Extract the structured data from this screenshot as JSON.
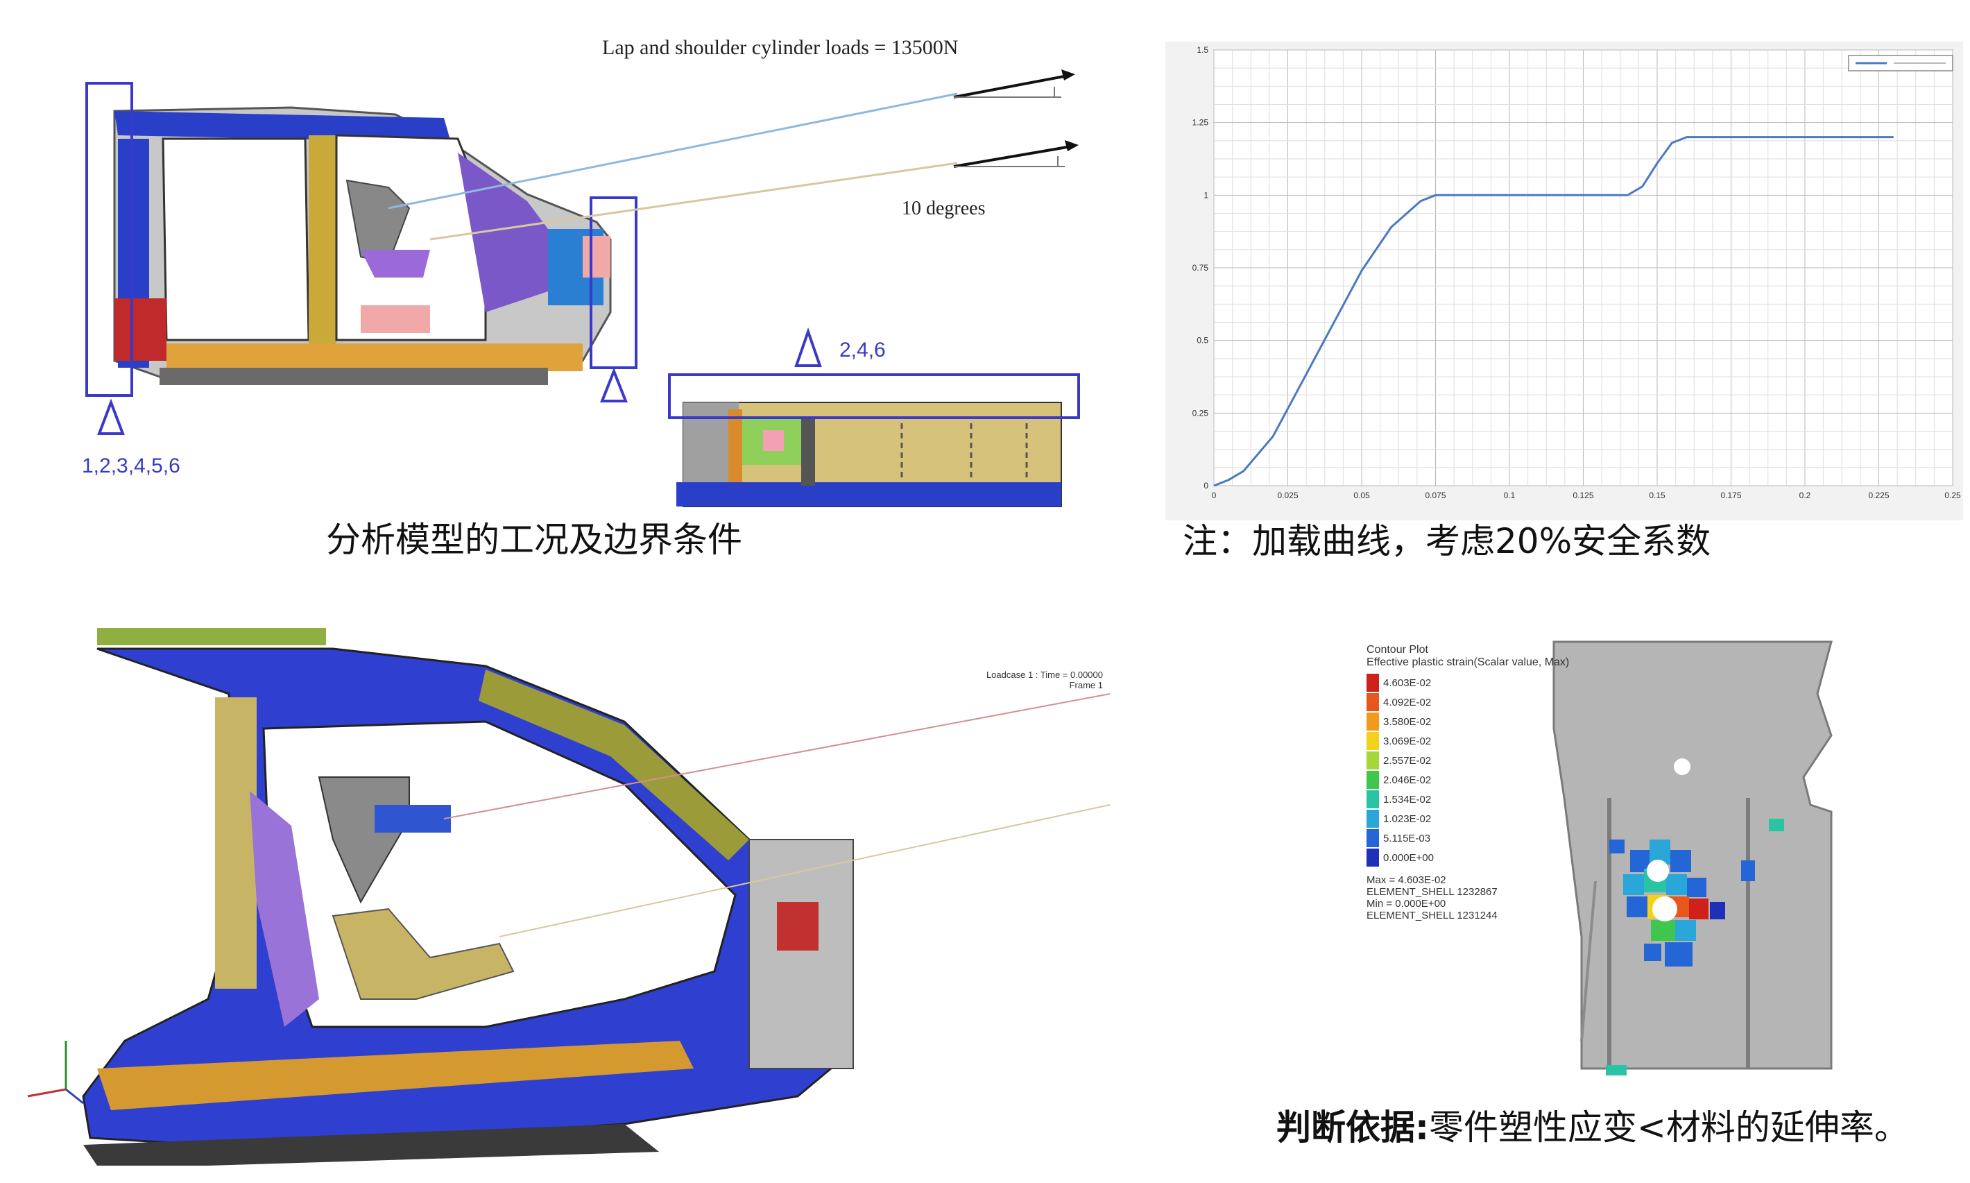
{
  "panels": {
    "boundary": {
      "load_title": "Lap and shoulder cylinder loads = 13500N",
      "angle_label": "10 degrees",
      "constraint_left": "1,2,3,4,5,6",
      "constraint_right": "2,4,6",
      "caption": "分析模型的工况及边界条件"
    },
    "load_curve": {
      "caption": "注：加载曲线，考虑20%安全系数"
    },
    "contour": {
      "title": "Contour Plot",
      "subtitle": "Effective plastic strain(Scalar value, Max)",
      "legend": [
        {
          "value": "4.603E-02",
          "color": "#d0201a"
        },
        {
          "value": "4.092E-02",
          "color": "#e8561c"
        },
        {
          "value": "3.580E-02",
          "color": "#f29a1e"
        },
        {
          "value": "3.069E-02",
          "color": "#f4d21c"
        },
        {
          "value": "2.557E-02",
          "color": "#a7d63a"
        },
        {
          "value": "2.046E-02",
          "color": "#3fc64c"
        },
        {
          "value": "1.534E-02",
          "color": "#28c4a4"
        },
        {
          "value": "1.023E-02",
          "color": "#2aa6d8"
        },
        {
          "value": "5.115E-03",
          "color": "#2466d6"
        },
        {
          "value": "0.000E+00",
          "color": "#1f2fb8"
        }
      ],
      "stats": [
        "Max = 4.603E-02",
        "ELEMENT_SHELL 1232867",
        "Min = 0.000E+00",
        "ELEMENT_SHELL 1231244"
      ],
      "caption_bold": "判断依据:",
      "caption_rest": "零件塑性应变<材料的延伸率。"
    },
    "crash_model": {
      "header_lines": [
        "Loadcase 1 : Time = 0.00000",
        "Frame 1"
      ]
    }
  },
  "chart_data": {
    "type": "line",
    "x": [
      0,
      0.005,
      0.01,
      0.02,
      0.03,
      0.04,
      0.05,
      0.06,
      0.07,
      0.075,
      0.08,
      0.09,
      0.1,
      0.11,
      0.12,
      0.135,
      0.14,
      0.145,
      0.15,
      0.155,
      0.16,
      0.18,
      0.2,
      0.23
    ],
    "y": [
      0,
      0.02,
      0.05,
      0.17,
      0.36,
      0.55,
      0.74,
      0.89,
      0.98,
      1.0,
      1.0,
      1.0,
      1.0,
      1.0,
      1.0,
      1.0,
      1.0,
      1.03,
      1.11,
      1.18,
      1.2,
      1.2,
      1.2,
      1.2
    ],
    "xlim": [
      0,
      0.25
    ],
    "ylim": [
      0,
      1.5
    ],
    "x_ticks": [
      "0",
      "0.025",
      "0.05",
      "0.075",
      "0.1",
      "0.125",
      "0.15",
      "0.175",
      "0.2",
      "0.225",
      "0.25"
    ],
    "y_ticks": [
      "0",
      "0.25",
      "0.5",
      "0.75",
      "1",
      "1.25",
      "1.5"
    ],
    "grid": true,
    "line_color": "#4a79c2"
  }
}
